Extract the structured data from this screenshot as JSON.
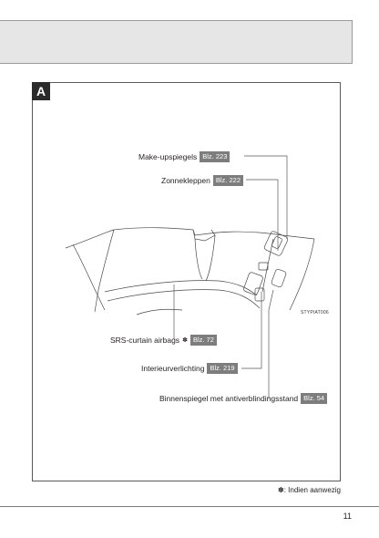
{
  "panel_label": "A",
  "callouts": [
    {
      "text": "Make-upspiegels",
      "ref": "Blz. 223"
    },
    {
      "text": "Zonnekleppen",
      "ref": "Blz. 222"
    },
    {
      "text": "SRS-curtain airbags",
      "mark": "✽",
      "ref": "Blz. 72"
    },
    {
      "text": "Interieurverlichting",
      "ref": "Blz. 219"
    },
    {
      "text": "Binnenspiegel met antiverblindingsstand",
      "ref": "Blz. 54"
    }
  ],
  "figure_code": "STYPIAT006",
  "footnote": {
    "mark": "✽",
    "text": ": Indien aanwezig"
  },
  "page_number": "11"
}
